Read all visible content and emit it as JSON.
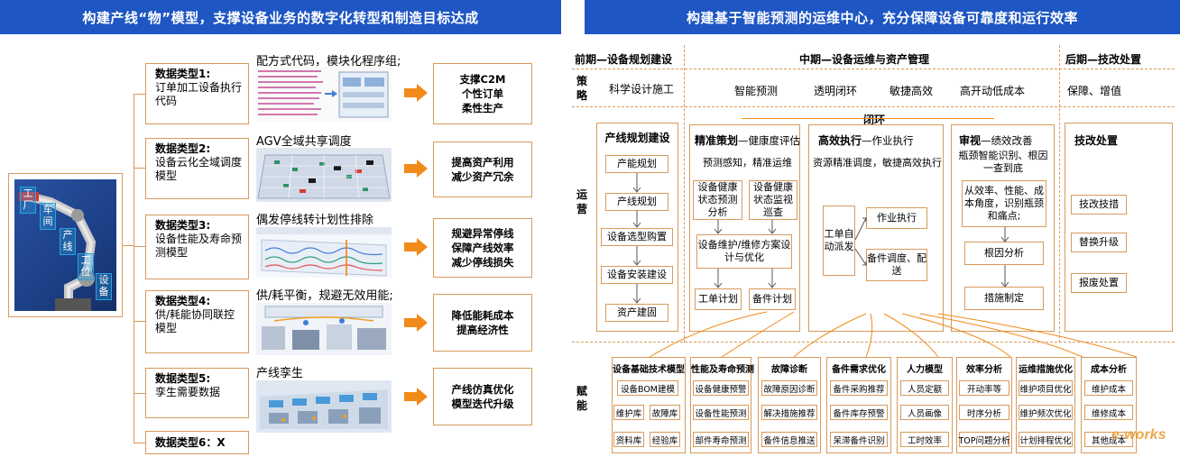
{
  "left": {
    "banner": "构建产线“物”模型，支撑设备业务的数字化转型和制造目标达成",
    "robot_labels": [
      "工厂",
      "车间",
      "产线",
      "工位",
      "设备"
    ],
    "rows": [
      {
        "type_title": "数据类型1:",
        "type_desc": "订单加工设备执行代码",
        "caption": "配方式代码，模块化程序组;",
        "goal": [
          "支撑C2M",
          "个性订单",
          "柔性生产"
        ]
      },
      {
        "type_title": "数据类型2:",
        "type_desc": "设备云化全域调度模型",
        "caption": "AGV全域共享调度",
        "goal": [
          "提高资产利用",
          "减少资产冗余"
        ]
      },
      {
        "type_title": "数据类型3:",
        "type_desc": "设备性能及寿命预测模型",
        "caption": "偶发停线转计划性排除",
        "goal": [
          "规避异常停线",
          "保障产线效率",
          "减少停线损失"
        ]
      },
      {
        "type_title": "数据类型4:",
        "type_desc": "供/耗能协同联控模型",
        "caption": "供/耗平衡，规避无效用能;",
        "goal": [
          "降低能耗成本",
          "提高经济性"
        ]
      },
      {
        "type_title": "数据类型5:",
        "type_desc": "孪生需要数据",
        "caption": "产线孪生",
        "goal": [
          "产线仿真优化",
          "模型迭代升级"
        ]
      }
    ],
    "row6": "数据类型6：X"
  },
  "right": {
    "banner": "构建基于智能预测的运维中心，充分保障设备可靠度和运行效率",
    "phases": {
      "early": "前期—设备规划建设",
      "mid": "中期—设备运维与资产管理",
      "late": "后期—技改处置"
    },
    "strategy_label": "策略",
    "strategy": {
      "early": "科学设计施工",
      "mid": [
        "智能预测",
        "透明闭环",
        "敏捷高效",
        "高开动低成本"
      ],
      "late": "保障、增值"
    },
    "ops_label": "运营",
    "enable_label": "赋能",
    "loop_label": "闭环",
    "planning": {
      "title": "产线规划建设",
      "steps": [
        "产能规划",
        "产线规划",
        "设备选型购置",
        "设备安装建设",
        "资产建固"
      ]
    },
    "precise": {
      "title": "精准策划",
      "subtitle": "—健康度评估",
      "desc": "预测感知，精准运维",
      "n1": "设备健康状态预测分析",
      "n2": "设备健康状态监视巡查",
      "n3": "设备维护/维修方案设计与优化",
      "n4": "工单计划",
      "n5": "备件计划"
    },
    "exec": {
      "title": "高效执行",
      "subtitle": "—作业执行",
      "desc": "资源精准调度，敏捷高效执行",
      "dispatch": "工单自动派发",
      "a1": "作业执行",
      "a2": "备件调度、配送"
    },
    "review": {
      "title": "审视",
      "subtitle": "—绩效改善",
      "desc": "瓶颈智能识别、根因一查到底",
      "n1": "从效率、性能、成本角度，识别瓶颈和痛点;",
      "n2": "根因分析",
      "n3": "措施制定"
    },
    "tech": {
      "title": "技改处置",
      "steps": [
        "技改技措",
        "替换升级",
        "报废处置"
      ]
    },
    "bottom": [
      {
        "title": "设备基础技术模型",
        "items": [
          "设备BOM建模",
          "维护库",
          "故障库",
          "资料库",
          "经验库"
        ]
      },
      {
        "title": "性能及寿命预测",
        "items": [
          "设备健康预警",
          "设备性能预测",
          "部件寿命预测"
        ]
      },
      {
        "title": "故障诊断",
        "items": [
          "故障原因诊断",
          "解决措施推荐",
          "备件信息推送"
        ]
      },
      {
        "title": "备件需求优化",
        "items": [
          "备件采购推荐",
          "备件库存预警",
          "呆滞备件识别"
        ]
      },
      {
        "title": "人力模型",
        "items": [
          "人员定额",
          "人员画像",
          "工时效率"
        ]
      },
      {
        "title": "效率分析",
        "items": [
          "开动率等",
          "时序分析",
          "TOP问题分析"
        ]
      },
      {
        "title": "运维措施优化",
        "items": [
          "维护项目优化",
          "维护频次优化",
          "计划排程优化"
        ]
      },
      {
        "title": "成本分析",
        "items": [
          "维护成本",
          "维修成本",
          "其他成本"
        ]
      }
    ],
    "watermark": "e-works"
  },
  "colors": {
    "banner": "#1e56c3",
    "border": "#d89a5c",
    "arrow": "#f28a1a",
    "robot_bg": "#1c3f86",
    "robot_label": "#2aa0e0"
  }
}
